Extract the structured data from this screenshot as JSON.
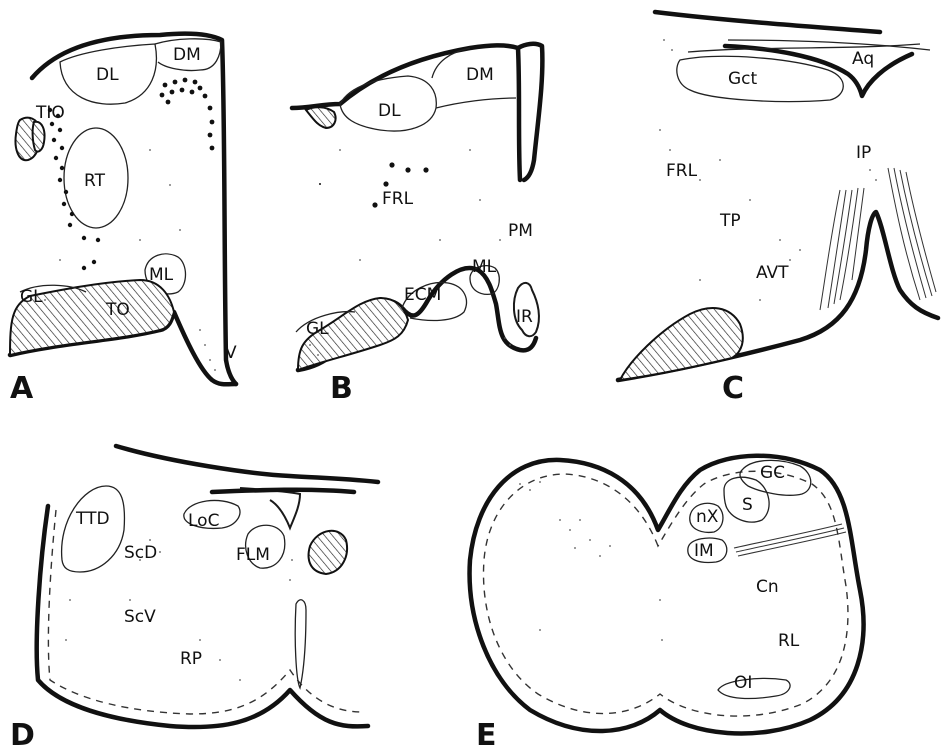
{
  "panels": {
    "A": {
      "letter": "A",
      "labels": {
        "DL": "DL",
        "DM": "DM",
        "TIO": "TIO",
        "RT": "RT",
        "ML": "ML",
        "GL": "GL",
        "TO": "TO",
        "V": "V"
      }
    },
    "B": {
      "letter": "B",
      "labels": {
        "DM": "DM",
        "DL": "DL",
        "FRL": "FRL",
        "PM": "PM",
        "ML": "ML",
        "ECM": "ECM",
        "GL": "GL",
        "IR": "IR"
      }
    },
    "C": {
      "letter": "C",
      "labels": {
        "Aq": "Aq",
        "Gct": "Gct",
        "IP": "IP",
        "FRL": "FRL",
        "TP": "TP",
        "AVT": "AVT"
      }
    },
    "D": {
      "letter": "D",
      "labels": {
        "TTD": "TTD",
        "LoC": "LoC",
        "ScD": "ScD",
        "FLM": "FLM",
        "ScV": "ScV",
        "RP": "RP"
      }
    },
    "E": {
      "letter": "E",
      "labels": {
        "GC": "GC",
        "S": "S",
        "nX": "nX",
        "IM": "IM",
        "Cn": "Cn",
        "RL": "RL",
        "OI": "OI"
      }
    }
  }
}
